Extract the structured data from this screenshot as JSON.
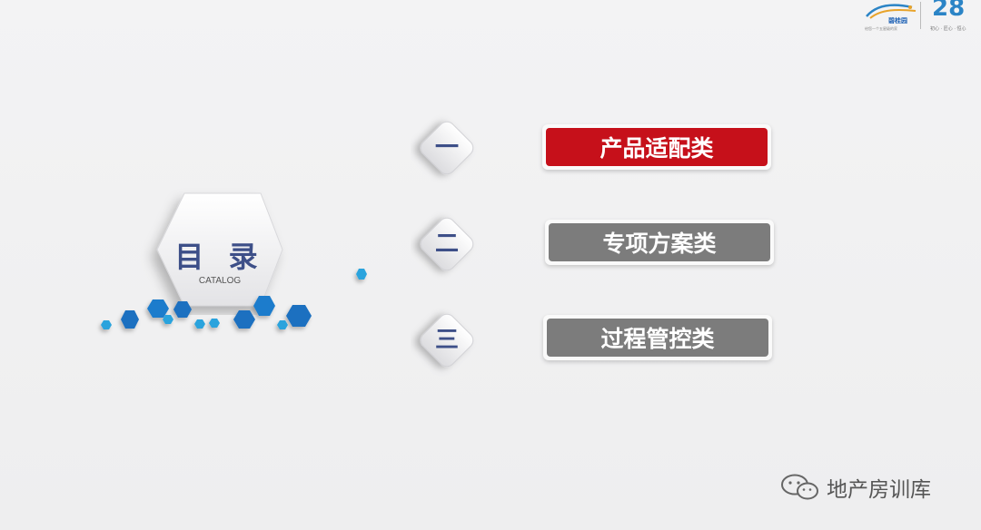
{
  "logo": {
    "brand_cn": "碧桂园",
    "slogan": "给您一个五星级的家",
    "anniversary": "28",
    "anniversary_tagline": "初心 · 匠心 · 恒心"
  },
  "catalog": {
    "title": "目 录",
    "subtitle": "CATALOG"
  },
  "items": [
    {
      "numeral": "一",
      "label": "产品适配类",
      "color": "#c6101a"
    },
    {
      "numeral": "二",
      "label": "专项方案类",
      "color": "#7c7c7c"
    },
    {
      "numeral": "三",
      "label": "过程管控类",
      "color": "#7c7c7c"
    }
  ],
  "watermark": {
    "icon": "wechat-icon",
    "text": "地产房训库"
  }
}
